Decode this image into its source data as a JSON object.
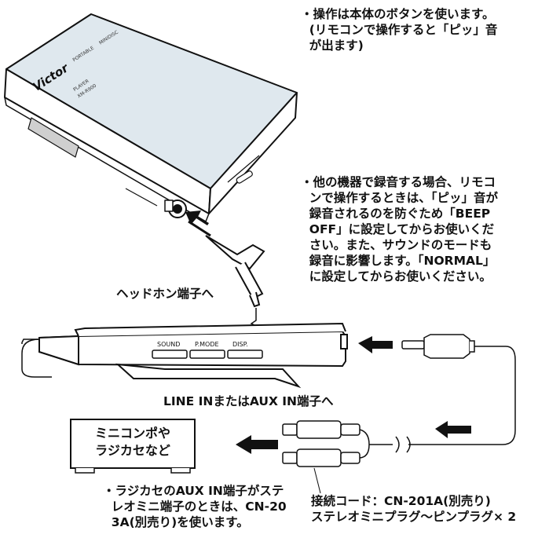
{
  "notes": {
    "top": "・操作は本体のボタンを使います。\n  (リモコンで操作すると「ピッ」音\n  が出ます)",
    "middle": "・他の機器で録音する場合、リモコ\n  ンで操作するときは、「ピッ」音が\n  録音されるのを防ぐため「BEEP\n  OFF」に設定してからお使いくだ\n  さい。また、サウンドのモードも\n  録音に影響します。「NORMAL」\n  に設定してからお使いください。",
    "bottom": "・ラジカセのAUX IN端子がステ\n  レオミニ端子のときは、CN-20\n  3A(別売り)を使います。"
  },
  "labels": {
    "headphone": "ヘッドホン端子へ",
    "line_in": "LINE INまたはAUX IN端子へ",
    "cord": "接続コード：CN-201A(別売り)\nステレオミニプラグ～ピンプラグ× 2"
  },
  "device": {
    "brand": "Victor",
    "portable": "PORTABLE",
    "minidisc": "MINIDISC",
    "player": "PLAYER",
    "model": "XM-R900"
  },
  "remote": {
    "buttons": [
      "SOUND",
      "P.MODE",
      "DISP."
    ]
  },
  "box": {
    "text": "ミニコンポや\nラジカセなど"
  }
}
